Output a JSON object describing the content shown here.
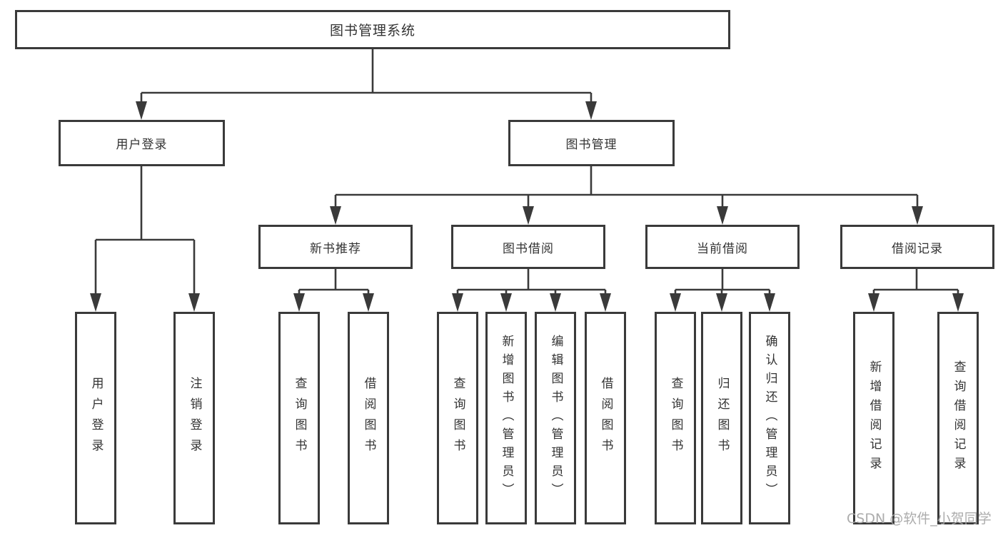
{
  "diagram": {
    "type": "hierarchy-tree",
    "title": "图书管理系统"
  },
  "tree": {
    "root": "图书管理系统",
    "children": [
      {
        "label": "用户登录",
        "children": [
          {
            "label": "用户登录"
          },
          {
            "label": "注销登录"
          }
        ]
      },
      {
        "label": "图书管理",
        "children": [
          {
            "label": "新书推荐",
            "children": [
              {
                "label": "查询图书"
              },
              {
                "label": "借阅图书"
              }
            ]
          },
          {
            "label": "图书借阅",
            "children": [
              {
                "label": "查询图书"
              },
              {
                "label": "新增图书（管理员）"
              },
              {
                "label": "编辑图书（管理员）"
              },
              {
                "label": "借阅图书"
              }
            ]
          },
          {
            "label": "当前借阅",
            "children": [
              {
                "label": "查询图书"
              },
              {
                "label": "归还图书"
              },
              {
                "label": "确认归还（管理员）"
              }
            ]
          },
          {
            "label": "借阅记录",
            "children": [
              {
                "label": "新增借阅记录"
              },
              {
                "label": "查询借阅记录"
              }
            ]
          }
        ]
      }
    ]
  },
  "watermark": "CSDN @软件_小贺同学",
  "colors": {
    "line": "#3a3a3a",
    "border": "#3a3a3a",
    "text": "#333333",
    "watermark": "#a8a8a8",
    "background": "#ffffff"
  }
}
